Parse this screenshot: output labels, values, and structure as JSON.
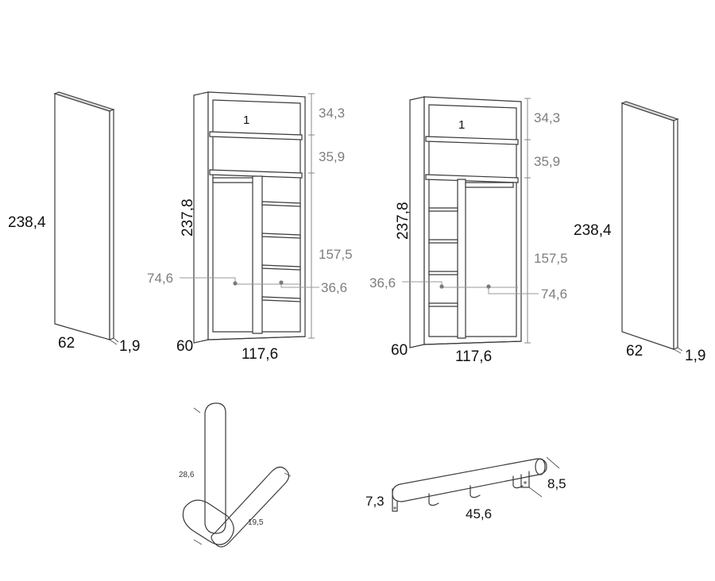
{
  "door_left": {
    "height": "238,4",
    "depth": "62",
    "thickness": "1,9"
  },
  "wardrobe_left": {
    "shelf_number": "1",
    "height": "237,8",
    "depth": "60",
    "width": "117,6",
    "dim_top": "34,3",
    "dim_second": "35,9",
    "dim_lower": "157,5",
    "hanging_width": "74,6",
    "shelf_width": "36,6"
  },
  "wardrobe_right": {
    "shelf_number": "1",
    "height": "237,8",
    "depth": "60",
    "width": "117,6",
    "dim_top": "34,3",
    "dim_second": "35,9",
    "dim_lower": "157,5",
    "hanging_width": "74,6",
    "shelf_width": "36,6"
  },
  "door_right": {
    "height": "238,4",
    "depth": "62",
    "thickness": "1,9"
  },
  "hook": {
    "height": "28,6",
    "width": "19,5"
  },
  "rail": {
    "height": "7,3",
    "length": "45,6",
    "depth": "8,5"
  }
}
